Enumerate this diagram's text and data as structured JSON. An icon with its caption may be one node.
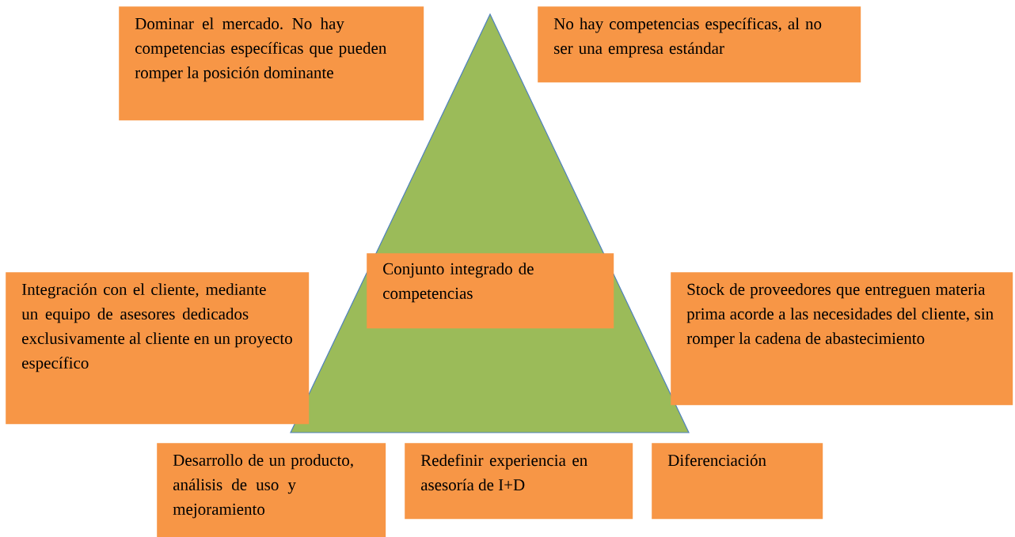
{
  "diagram": {
    "nodes": [
      {
        "text": [
          "Dominar el mercado. No hay competencias específicas que pueden romper la posición dominante"
        ]
      },
      {
        "text": [
          "No hay competencias específicas, al no ser una empresa estándar"
        ]
      },
      {
        "text": [
          "Conjunto integrado de competencias"
        ]
      },
      {
        "text": [
          "Integración con el cliente, mediante un equipo de asesores dedicados exclusivamente al cliente en un proyecto específico"
        ]
      },
      {
        "text": [
          "Stock de proveedores que entreguen materia prima acorde a las necesidades del cliente, sin romper la cadena de abastecimiento"
        ]
      },
      {
        "text": [
          "Desarrollo de un producto, análisis de uso y mejoramiento"
        ]
      },
      {
        "text": [
          "Redefinir experiencia en asesoría de I+D"
        ]
      },
      {
        "text": [
          "Diferenciación"
        ]
      }
    ]
  }
}
